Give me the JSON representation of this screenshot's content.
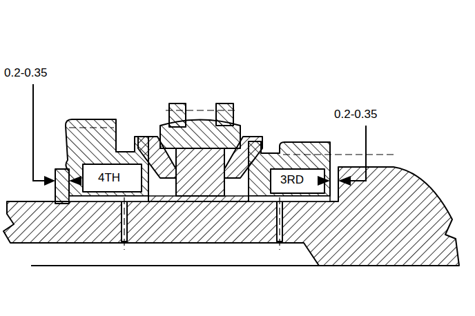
{
  "diagram": {
    "labels": [
      "0.2-0.35",
      "4TH",
      "3RD",
      "0.2-0.35"
    ]
  }
}
